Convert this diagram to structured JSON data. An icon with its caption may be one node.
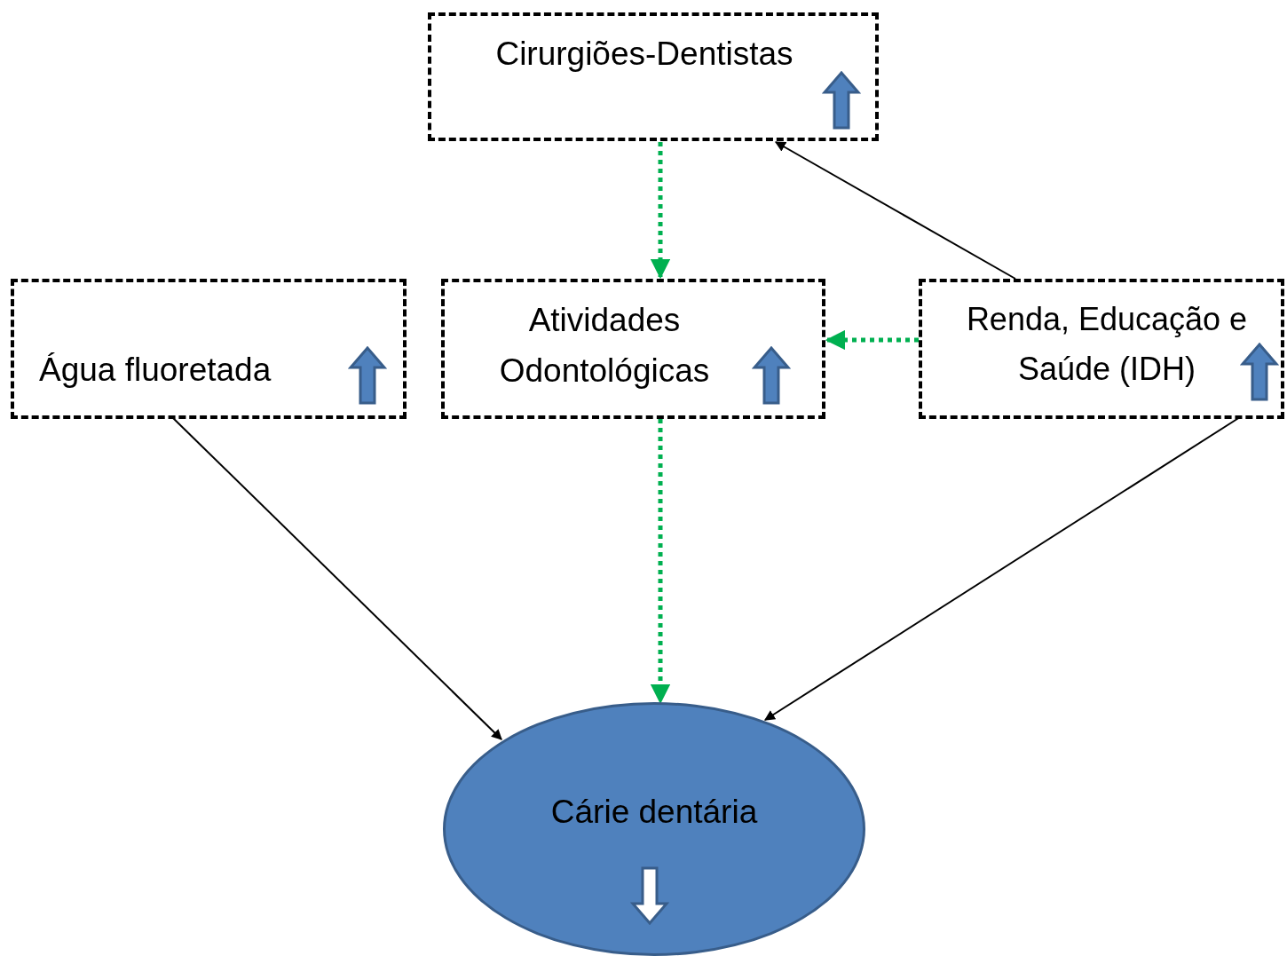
{
  "diagram": {
    "nodes": [
      {
        "text": [
          "Cirurgiões-Dentistas"
        ]
      },
      {
        "text": [
          "Água fluoretada"
        ]
      },
      {
        "text": [
          "Atividades Odontológicas"
        ]
      },
      {
        "text": [
          "Renda, Educação e Saúde (IDH)"
        ]
      },
      {
        "text": [
          "Cárie dentária"
        ]
      }
    ],
    "edges": [
      {
        "from": 0,
        "to": 2,
        "arrow": "to",
        "style": "dashed",
        "color": "#00b050"
      },
      {
        "from": 3,
        "to": 0,
        "arrow": "to",
        "color": "#000000"
      },
      {
        "from": 3,
        "to": 2,
        "arrow": "to",
        "style": "dashed",
        "color": "#00b050"
      },
      {
        "from": 1,
        "to": 4,
        "arrow": "to",
        "color": "#000000"
      },
      {
        "from": 2,
        "to": 4,
        "arrow": "to",
        "style": "dashed",
        "color": "#00b050"
      },
      {
        "from": 3,
        "to": 4,
        "arrow": "to",
        "color": "#000000"
      }
    ]
  }
}
